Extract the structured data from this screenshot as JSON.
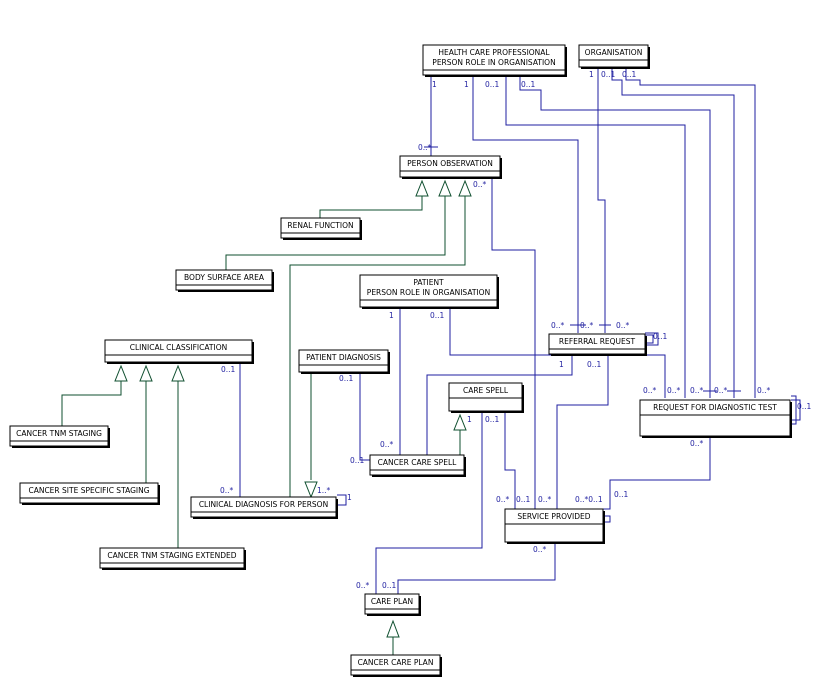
{
  "colors": {
    "association": "#1f1fa0",
    "generalization": "#0f4f2f",
    "multiplicity": "#1f1fa0",
    "box_border": "#000000"
  },
  "classes": {
    "hcp": [
      "HEALTH CARE PROFESSIONAL",
      "PERSON ROLE IN ORGANISATION"
    ],
    "org": [
      "ORGANISATION"
    ],
    "obs": [
      "PERSON OBSERVATION"
    ],
    "renal": [
      "RENAL FUNCTION"
    ],
    "bsa": [
      "BODY SURFACE AREA"
    ],
    "patient": [
      "PATIENT",
      "PERSON ROLE IN ORGANISATION"
    ],
    "clinclass": [
      "CLINICAL CLASSIFICATION"
    ],
    "patdiag": [
      "PATIENT DIAGNOSIS"
    ],
    "refreq": [
      "REFERRAL REQUEST"
    ],
    "diagtest": [
      "REQUEST FOR DIAGNOSTIC TEST"
    ],
    "carespell": [
      "CARE SPELL"
    ],
    "cancerspell": [
      "CANCER CARE SPELL"
    ],
    "tnm": [
      "CANCER TNM STAGING"
    ],
    "sitestaging": [
      "CANCER SITE SPECIFIC STAGING"
    ],
    "clindiag": [
      "CLINICAL DIAGNOSIS FOR PERSON"
    ],
    "service": [
      "SERVICE PROVIDED"
    ],
    "tnmext": [
      "CANCER TNM STAGING EXTENDED"
    ],
    "careplan": [
      "CARE PLAN"
    ],
    "cancerplan": [
      "CANCER CARE PLAN"
    ]
  },
  "multiplicities": {
    "hcp_1a": "1",
    "hcp_1b": "1",
    "hcp_01a": "0..1",
    "hcp_01b": "0..1",
    "org_1": "1",
    "org_01a": "0..1",
    "org_01b": "0..1",
    "obs_many_top": "0..*",
    "obs_many_right": "0..*",
    "patient_1": "1",
    "patient_01": "0..1",
    "rr_many_a": "0..*",
    "rr_many_b": "0..*",
    "rr_many_c": "0..*",
    "rr_01_self": "0..1",
    "rr_1": "1",
    "rr_01_bottom": "0..1",
    "cc_01": "0..1",
    "pd_01": "0..1",
    "dt_many_a": "0..*",
    "dt_many_b": "0..*",
    "dt_many_c": "0..*",
    "dt_many_d": "0..*",
    "dt_many_e": "0..*",
    "dt_01_self": "0..1",
    "dt_many_bottom": "0..*",
    "cs_1": "1",
    "cs_01": "0..1",
    "ccs_many": "0..*",
    "ccs_01": "0..1",
    "cd_many": "0..*",
    "cd_1many": "1..*",
    "cd_1": "1",
    "sp_many_a": "0..*",
    "sp_01": "0..1",
    "sp_many_b": "0..*",
    "sp_many_01": "0..*0..1",
    "sp_01_right": "0..1",
    "sp_many_bottom": "0..*",
    "cp_many": "0..*",
    "cp_01": "0..1"
  }
}
